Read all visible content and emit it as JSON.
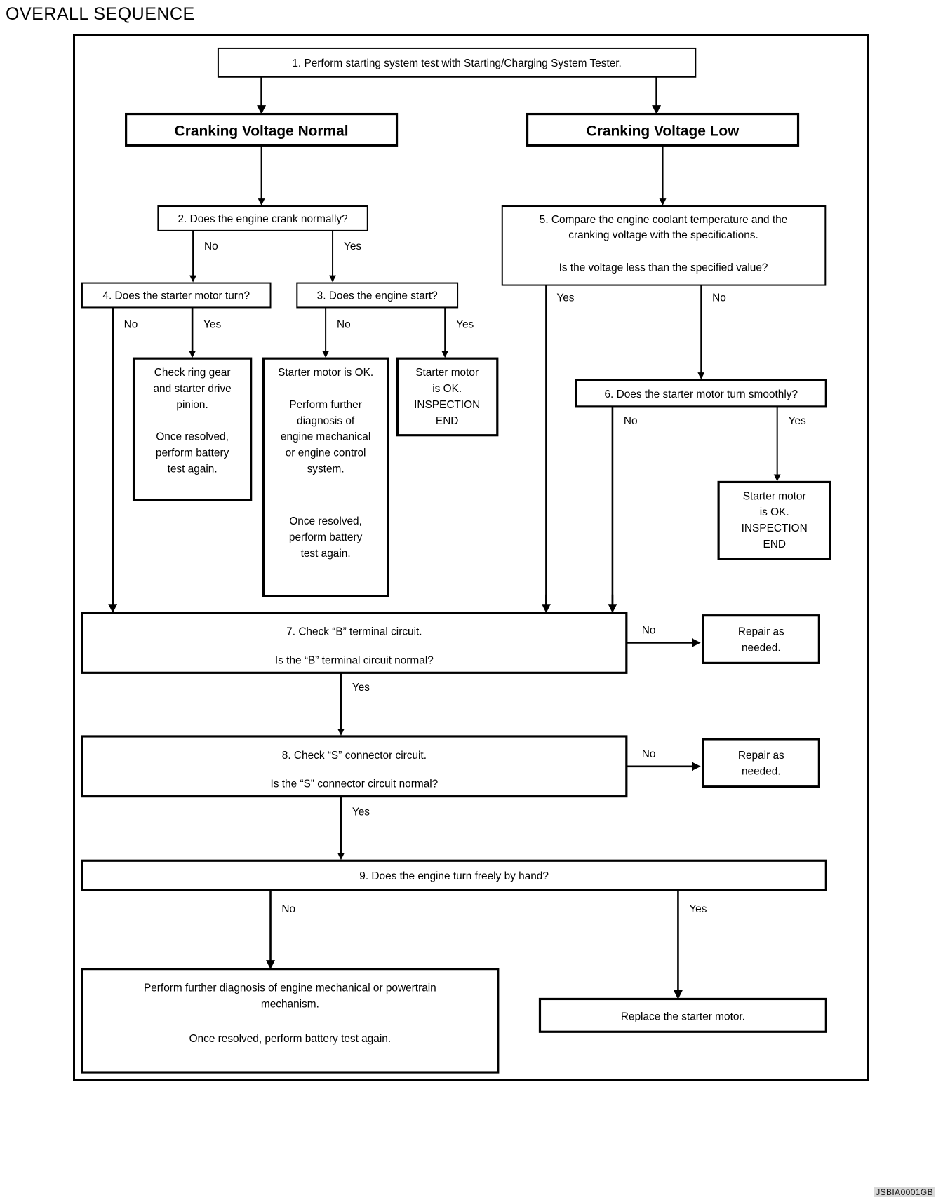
{
  "page_title": "OVERALL SEQUENCE",
  "footer_code": "JSBIA0001GB",
  "colors": {
    "ink": "#000000",
    "paper": "#ffffff",
    "footer_bg": "#d8d8d8"
  },
  "chart_data": {
    "type": "diagram",
    "title": "OVERALL SEQUENCE",
    "nodes": [
      {
        "id": "n1",
        "label": "1. Perform starting system test with Starting/Charging System Tester."
      },
      {
        "id": "n_normal",
        "label": "Cranking Voltage Normal"
      },
      {
        "id": "n_low",
        "label": "Cranking Voltage Low"
      },
      {
        "id": "n2",
        "label": "2. Does the engine crank normally?"
      },
      {
        "id": "n5_l1",
        "label": "5. Compare the engine coolant temperature and the"
      },
      {
        "id": "n5_l2",
        "label": "cranking voltage with the specifications."
      },
      {
        "id": "n5_l3",
        "label": "Is the voltage less than the specified value?"
      },
      {
        "id": "n4",
        "label": "4. Does the starter motor turn?"
      },
      {
        "id": "n3",
        "label": "3. Does the engine start?"
      },
      {
        "id": "n6",
        "label": "6. Does the starter motor turn smoothly?"
      },
      {
        "id": "n_ring_1",
        "label": "Check ring gear"
      },
      {
        "id": "n_ring_2",
        "label": "and starter drive"
      },
      {
        "id": "n_ring_3",
        "label": "pinion."
      },
      {
        "id": "n_ring_4",
        "label": "Once resolved,"
      },
      {
        "id": "n_ring_5",
        "label": "perform battery"
      },
      {
        "id": "n_ring_6",
        "label": "test again."
      },
      {
        "id": "n_sm_ok_1",
        "label": "Starter motor is OK."
      },
      {
        "id": "n_sm_ok_2",
        "label": "Perform further"
      },
      {
        "id": "n_sm_ok_3",
        "label": "diagnosis of"
      },
      {
        "id": "n_sm_ok_4",
        "label": "engine mechanical"
      },
      {
        "id": "n_sm_ok_5",
        "label": "or engine control"
      },
      {
        "id": "n_sm_ok_6",
        "label": "system."
      },
      {
        "id": "n_sm_ok_7",
        "label": "Once resolved,"
      },
      {
        "id": "n_sm_ok_8",
        "label": "perform battery"
      },
      {
        "id": "n_sm_ok_9",
        "label": "test again."
      },
      {
        "id": "n_insp_a_1",
        "label": "Starter motor"
      },
      {
        "id": "n_insp_a_2",
        "label": "is OK."
      },
      {
        "id": "n_insp_a_3",
        "label": "INSPECTION"
      },
      {
        "id": "n_insp_a_4",
        "label": "END"
      },
      {
        "id": "n_insp_b_1",
        "label": "Starter motor"
      },
      {
        "id": "n_insp_b_2",
        "label": "is OK."
      },
      {
        "id": "n_insp_b_3",
        "label": "INSPECTION"
      },
      {
        "id": "n_insp_b_4",
        "label": "END"
      },
      {
        "id": "n7_l1",
        "label": "7. Check “B” terminal circuit."
      },
      {
        "id": "n7_l2",
        "label": "Is the “B” terminal circuit normal?"
      },
      {
        "id": "n_repair1_1",
        "label": "Repair as"
      },
      {
        "id": "n_repair1_2",
        "label": "needed."
      },
      {
        "id": "n8_l1",
        "label": "8. Check “S” connector circuit."
      },
      {
        "id": "n8_l2",
        "label": "Is the “S” connector circuit normal?"
      },
      {
        "id": "n_repair2_1",
        "label": "Repair as"
      },
      {
        "id": "n_repair2_2",
        "label": "needed."
      },
      {
        "id": "n9",
        "label": "9. Does the engine turn freely by hand?"
      },
      {
        "id": "n_pt_1",
        "label": "Perform further diagnosis of engine mechanical or powertrain"
      },
      {
        "id": "n_pt_2",
        "label": "mechanism."
      },
      {
        "id": "n_pt_3",
        "label": "Once resolved, perform battery test again."
      },
      {
        "id": "n_replace",
        "label": "Replace the starter motor."
      }
    ],
    "edge_labels": [
      {
        "id": "e2_no",
        "label": "No"
      },
      {
        "id": "e2_yes",
        "label": "Yes"
      },
      {
        "id": "e4_no",
        "label": "No"
      },
      {
        "id": "e4_yes",
        "label": "Yes"
      },
      {
        "id": "e3_no",
        "label": "No"
      },
      {
        "id": "e3_yes",
        "label": "Yes"
      },
      {
        "id": "e5_yes",
        "label": "Yes"
      },
      {
        "id": "e5_no",
        "label": "No"
      },
      {
        "id": "e6_no",
        "label": "No"
      },
      {
        "id": "e6_yes",
        "label": "Yes"
      },
      {
        "id": "e7_no",
        "label": "No"
      },
      {
        "id": "e7_yes",
        "label": "Yes"
      },
      {
        "id": "e8_no",
        "label": "No"
      },
      {
        "id": "e8_yes",
        "label": "Yes"
      },
      {
        "id": "e9_no",
        "label": "No"
      },
      {
        "id": "e9_yes",
        "label": "Yes"
      }
    ]
  }
}
